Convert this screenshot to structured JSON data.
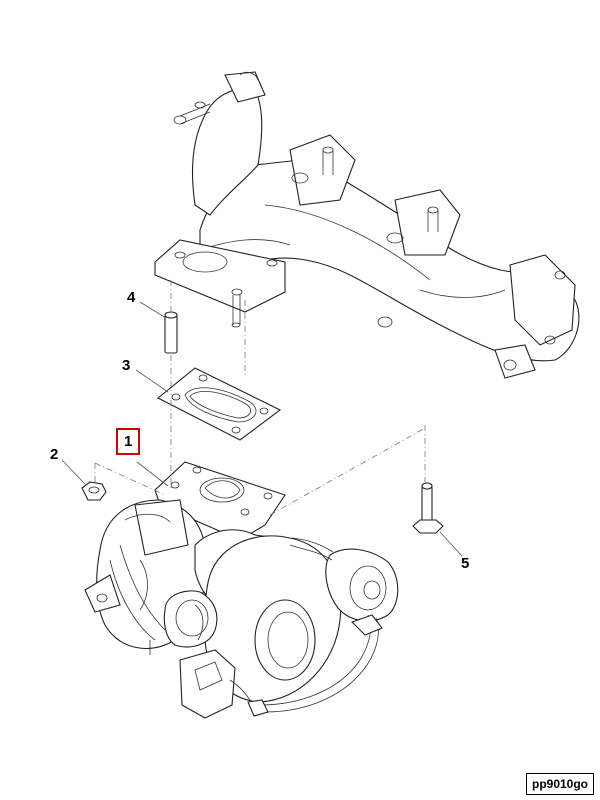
{
  "callouts": {
    "c1": "1",
    "c2": "2",
    "c3": "3",
    "c4": "4",
    "c5": "5"
  },
  "drawing_code": "pp9010go",
  "selected_callout": "1",
  "colors": {
    "selected_box": "#d40000",
    "line_art": "#222222"
  }
}
